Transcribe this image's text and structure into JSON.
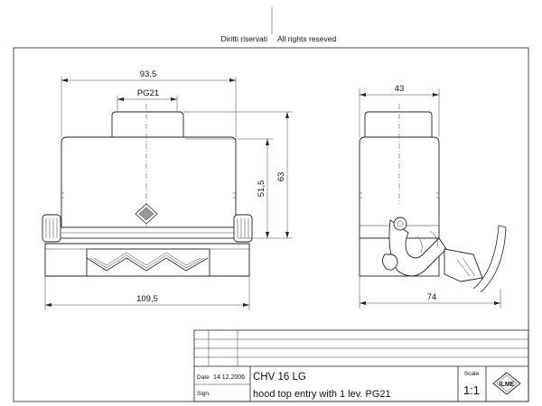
{
  "header": {
    "rights_it": "Diritti riservati",
    "rights_en": "All rights reseved"
  },
  "dimensions": {
    "front_width_top": "93,5",
    "front_entry": "PG21",
    "front_height_inner": "51,5",
    "front_height_total": "63",
    "front_width_base": "109,5",
    "side_width_top": "43",
    "side_width_base": "74"
  },
  "title_block": {
    "date_label": "Date",
    "date_value": "14.12.2006",
    "sign_label": "Sign.",
    "part_code": "CHV 16 LG",
    "description": "hood top entry with 1 lev. PG21",
    "scale_label": "Scale",
    "scale_value": "1:1",
    "logo_text": "ILME"
  }
}
